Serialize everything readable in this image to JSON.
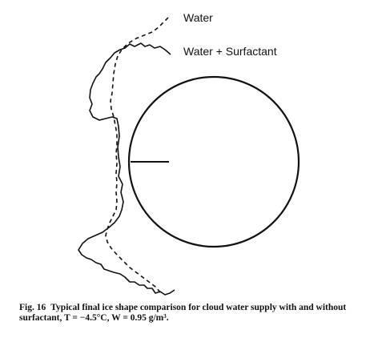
{
  "figure": {
    "legend": {
      "water_label": "Water",
      "water_surfactant_label": "Water + Surfactant"
    },
    "caption": {
      "figure_number": "Fig. 16",
      "text": "Typical final ice shape comparison for cloud water supply with and without surfactant, T = −4.5°C, W = 0.95 g/m³."
    },
    "colors": {
      "line": "#111111",
      "background": "#ffffff"
    }
  }
}
